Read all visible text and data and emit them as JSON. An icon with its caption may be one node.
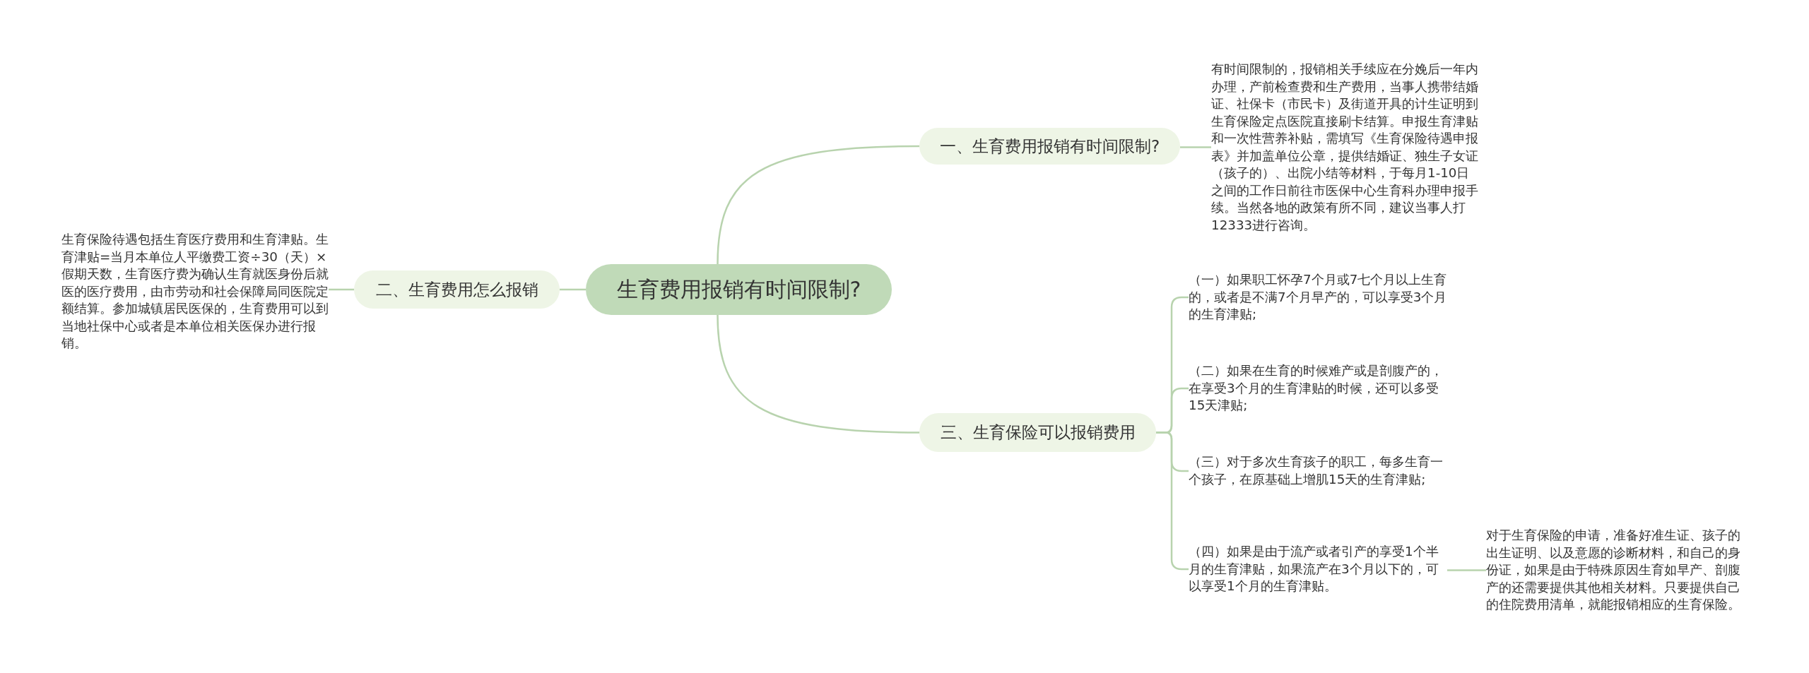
{
  "diagram": {
    "nodes": [
      {
        "text": [
          "生育费用报销有时间限制?"
        ]
      },
      {
        "text": [
          "一、生育费用报销有时间限制?"
        ]
      },
      {
        "text": [
          "有时间限制的，报销相关手续应在分娩后一年内办理，产前检查费和生产费用，当事人携带结婚证、社保卡（市民卡）及街道开具的计生证明到生育保险定点医院直接刷卡结算。申报生育津贴和一次性营养补贴，需填写《生育保险待遇申报表》并加盖单位公章，提供结婚证、独生子女证（孩子的）、出院小结等材料，于每月1-10日之间的工作日前往市医保中心生育科办理申报手续。当然各地的政策有所不同，建议当事人打12333进行咨询。"
        ]
      },
      {
        "text": [
          "二、生育费用怎么报销"
        ]
      },
      {
        "text": [
          "生育保险待遇包括生育医疗费用和生育津贴。生育津贴=当月本单位人平缴费工资÷30（天）×假期天数，生育医疗费为确认生育就医身份后就医的医疗费用，由市劳动和社会保障局同医院定额结算。参加城镇居民医保的，生育费用可以到当地社保中心或者是本单位相关医保办进行报销。"
        ]
      },
      {
        "text": [
          "三、生育保险可以报销费用"
        ]
      },
      {
        "text": [
          "（一）如果职工怀孕7个月或7七个月以上生育的，或者是不满7个月早产的，可以享受3个月的生育津贴;"
        ]
      },
      {
        "text": [
          "（二）如果在生育的时候难产或是剖腹产的，在享受3个月的生育津贴的时候，还可以多受15天津贴;"
        ]
      },
      {
        "text": [
          "（三）对于多次生育孩子的职工，每多生育一个孩子，在原基础上增肌15天的生育津贴;"
        ]
      },
      {
        "text": [
          "（四）如果是由于流产或者引产的享受1个半月的生育津贴，如果流产在3个月以下的，可以享受1个月的生育津贴。"
        ]
      },
      {
        "text": [
          "对于生育保险的申请，准备好准生证、孩子的出生证明、以及意愿的诊断材料，和自己的身份证，如果是由于特殊原因生育如早产、剖腹产的还需要提供其他相关材料。只要提供自己的住院费用清单，就能报销相应的生育保险。"
        ]
      }
    ],
    "edges": [
      {
        "from": 0,
        "to": 1,
        "arrow": "none"
      },
      {
        "from": 1,
        "to": 2,
        "arrow": "none"
      },
      {
        "from": 0,
        "to": 3,
        "arrow": "none"
      },
      {
        "from": 3,
        "to": 4,
        "arrow": "none"
      },
      {
        "from": 0,
        "to": 5,
        "arrow": "none"
      },
      {
        "from": 5,
        "to": 6,
        "arrow": "none"
      },
      {
        "from": 5,
        "to": 7,
        "arrow": "none"
      },
      {
        "from": 5,
        "to": 8,
        "arrow": "none"
      },
      {
        "from": 5,
        "to": 9,
        "arrow": "none"
      },
      {
        "from": 9,
        "to": 10,
        "arrow": "none"
      }
    ]
  }
}
